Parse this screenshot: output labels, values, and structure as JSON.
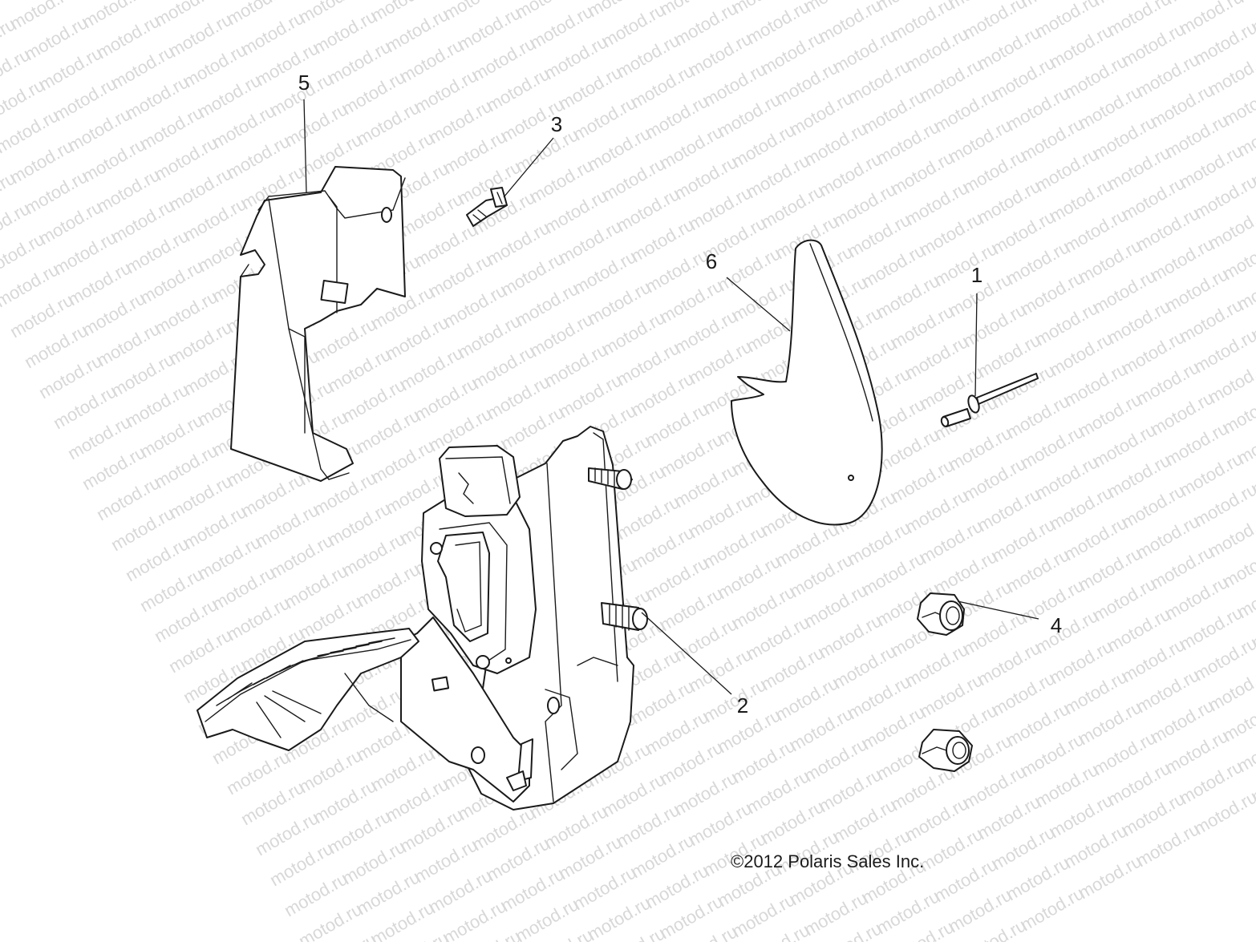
{
  "watermark": {
    "text": "motod.ru",
    "color": "#d8d8d8"
  },
  "callouts": [
    {
      "id": "1",
      "label": "1"
    },
    {
      "id": "2",
      "label": "2"
    },
    {
      "id": "3",
      "label": "3"
    },
    {
      "id": "4",
      "label": "4"
    },
    {
      "id": "5",
      "label": "5"
    },
    {
      "id": "6",
      "label": "6"
    }
  ],
  "copyright": "©2012 Polaris Sales Inc.",
  "line_color": "#1a1a1a"
}
